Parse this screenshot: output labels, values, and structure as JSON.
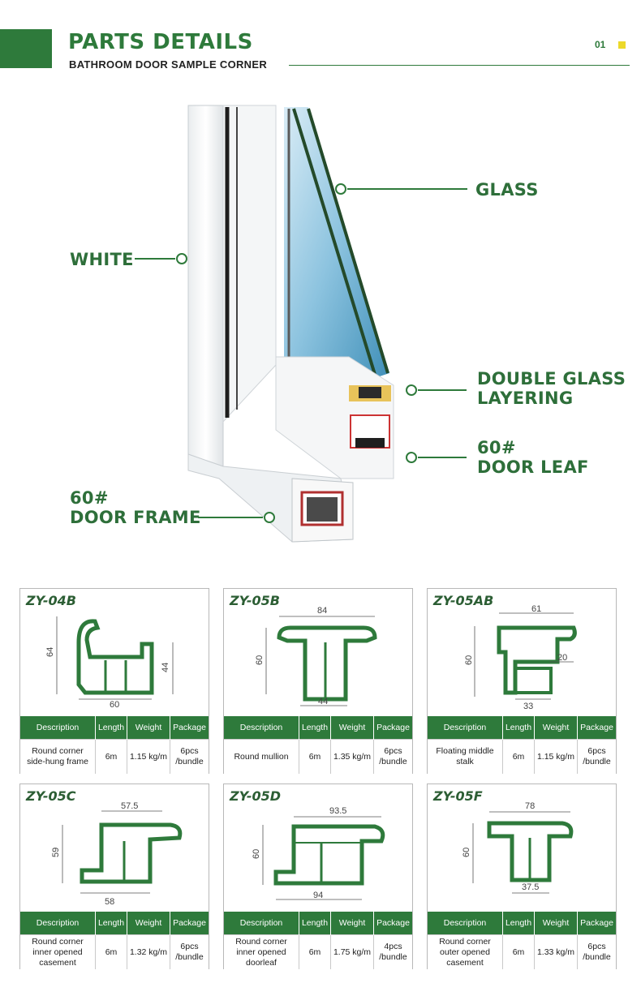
{
  "header": {
    "title": "PARTS DETAILS",
    "subtitle": "BATHROOM DOOR SAMPLE CORNER",
    "page_number": "01",
    "accent_color": "#2e7a3b",
    "marker_color": "#ecd92a"
  },
  "callouts": {
    "glass": "GLASS",
    "white": "WHITE",
    "double_glass_1": "DOUBLE GLASS",
    "double_glass_2": "LAYERING",
    "door_leaf_1": "60#",
    "door_leaf_2": "DOOR LEAF",
    "door_frame_1": "60#",
    "door_frame_2": "DOOR FRAME"
  },
  "table_headers": [
    "Description",
    "Length",
    "Weight",
    "Package"
  ],
  "products": [
    {
      "code": "ZY-04B",
      "dims": [
        "64",
        "44",
        "60"
      ],
      "description": "Round corner side-hung frame",
      "length": "6m",
      "weight": "1.15 kg/m",
      "package": "6pcs /bundle"
    },
    {
      "code": "ZY-05B",
      "dims": [
        "84",
        "60",
        "44"
      ],
      "description": "Round mullion",
      "length": "6m",
      "weight": "1.35 kg/m",
      "package": "6pcs /bundle"
    },
    {
      "code": "ZY-05AB",
      "dims": [
        "61",
        "60",
        "20",
        "33"
      ],
      "description": "Floating middle stalk",
      "length": "6m",
      "weight": "1.15 kg/m",
      "package": "6pcs /bundle"
    },
    {
      "code": "ZY-05C",
      "dims": [
        "57.5",
        "59",
        "58"
      ],
      "description": "Round corner inner opened casement",
      "length": "6m",
      "weight": "1.32 kg/m",
      "package": "6pcs /bundle"
    },
    {
      "code": "ZY-05D",
      "dims": [
        "93.5",
        "60",
        "94"
      ],
      "description": "Round corner inner opened doorleaf",
      "length": "6m",
      "weight": "1.75 kg/m",
      "package": "4pcs /bundle"
    },
    {
      "code": "ZY-05F",
      "dims": [
        "78",
        "60",
        "37.5"
      ],
      "description": "Round corner outer opened casement",
      "length": "6m",
      "weight": "1.33 kg/m",
      "package": "6pcs /bundle"
    }
  ]
}
